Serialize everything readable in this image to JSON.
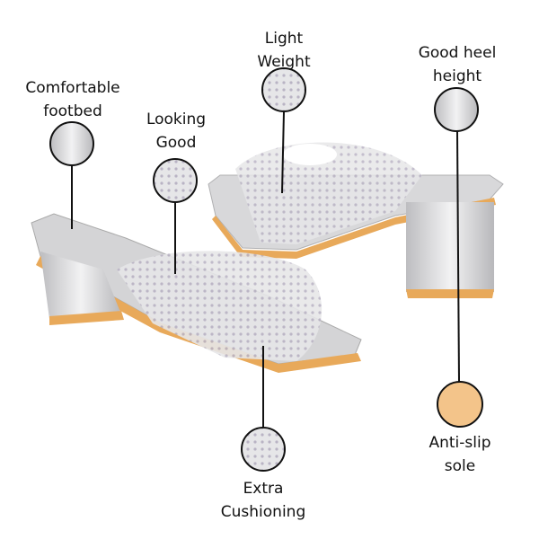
{
  "features": [
    {
      "id": "light-weight",
      "line1": "Light",
      "line2": "Weight"
    },
    {
      "id": "good-heel-height",
      "line1": "Good heel",
      "line2": "height"
    },
    {
      "id": "comfortable-footbed",
      "line1": "Comfortable",
      "line2": "footbed"
    },
    {
      "id": "looking-good",
      "line1": "Looking",
      "line2": "Good"
    },
    {
      "id": "anti-slip-sole",
      "line1": "Anti-slip",
      "line2": "sole"
    },
    {
      "id": "extra-cushioning",
      "line1": "Extra",
      "line2": "Cushioning"
    }
  ],
  "colors": {
    "sole": "#e8a95a",
    "silver": "#cfcfd2",
    "mesh": "#e4e4e6",
    "callout_line": "#111111"
  }
}
